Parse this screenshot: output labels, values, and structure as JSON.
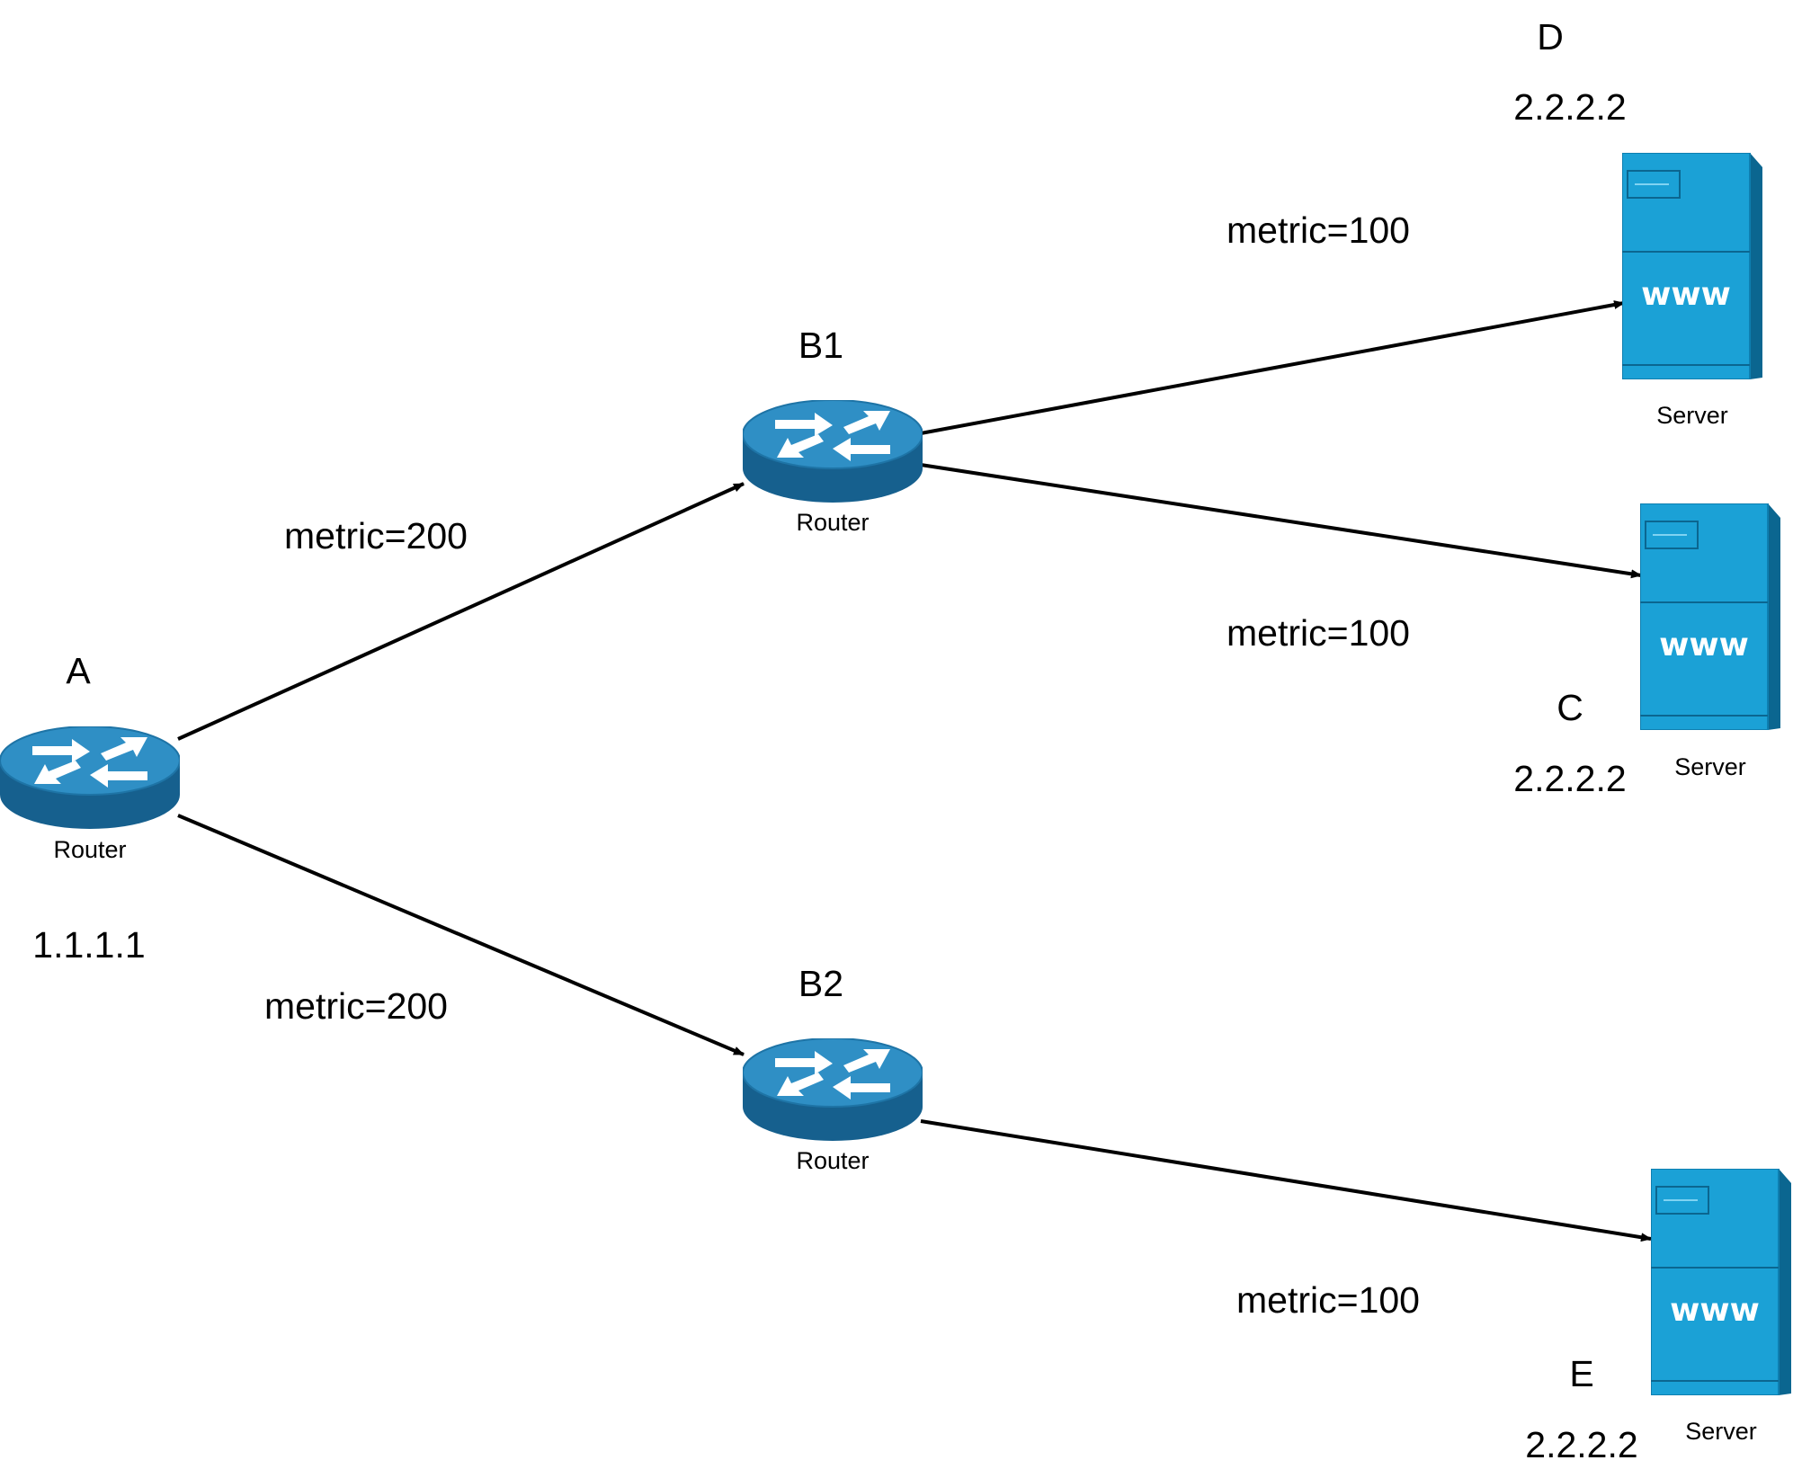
{
  "colors": {
    "device_blue": "#1ba1d6",
    "device_dark": "#0b6690",
    "router_top": "#2b8cc2",
    "router_side": "#16608e",
    "edge": "#000000",
    "background": "#ffffff"
  },
  "nodes": {
    "A": {
      "name": "A",
      "type_label": "Router",
      "ip": "1.1.1.1",
      "icon": "router-icon"
    },
    "B1": {
      "name": "B1",
      "type_label": "Router",
      "icon": "router-icon"
    },
    "B2": {
      "name": "B2",
      "type_label": "Router",
      "icon": "router-icon"
    },
    "D": {
      "name": "D",
      "type_label": "Server",
      "ip": "2.2.2.2",
      "badge": "www",
      "icon": "server-icon"
    },
    "C": {
      "name": "C",
      "type_label": "Server",
      "ip": "2.2.2.2",
      "badge": "www",
      "icon": "server-icon"
    },
    "E": {
      "name": "E",
      "type_label": "Server",
      "ip": "2.2.2.2",
      "badge": "www",
      "icon": "server-icon"
    }
  },
  "edges": [
    {
      "from": "A",
      "to": "B1",
      "label": "metric=200"
    },
    {
      "from": "A",
      "to": "B2",
      "label": "metric=200"
    },
    {
      "from": "B1",
      "to": "D",
      "label": "metric=100"
    },
    {
      "from": "B1",
      "to": "C",
      "label": "metric=100"
    },
    {
      "from": "B2",
      "to": "E",
      "label": "metric=100"
    }
  ]
}
